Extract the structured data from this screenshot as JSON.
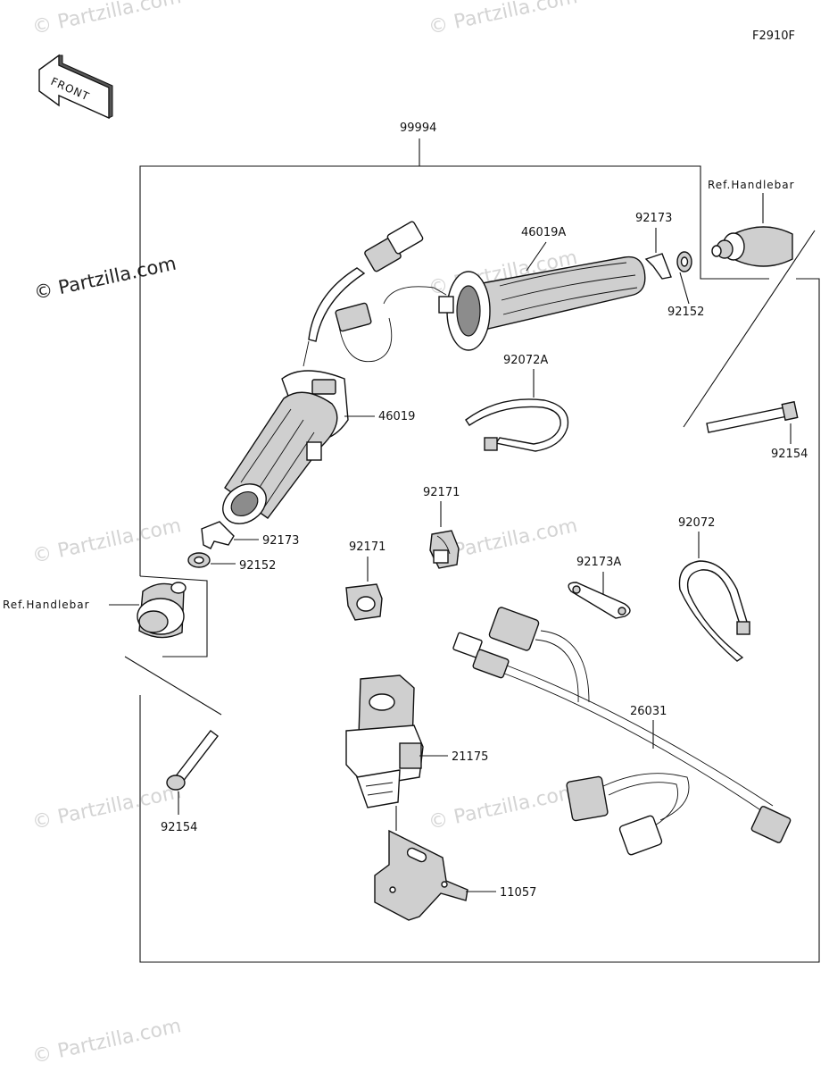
{
  "diagram": {
    "code": "F2910F",
    "front_label": "FRONT",
    "kit_number": "99994",
    "watermarks": [
      "© Partzilla.com",
      "© Partzilla.com",
      "© Partzilla.com",
      "© Partzilla.com",
      "© Partzilla.com",
      "© Partzilla.com",
      "© Partzilla.com",
      "© Partzilla.com",
      "© Partzilla.com"
    ],
    "parts": {
      "ref_handlebar_right": "Ref.Handlebar",
      "p46019A": "46019A",
      "p92173_right": "92173",
      "p92152_right": "92152",
      "p92072A": "92072A",
      "p46019": "46019",
      "p92154_right": "92154",
      "p92171_top": "92171",
      "p92171_left": "92171",
      "p92173_left": "92173",
      "p92152_left": "92152",
      "p92072": "92072",
      "p92173A": "92173A",
      "ref_handlebar_left": "Ref.Handlebar",
      "p26031": "26031",
      "p21175": "21175",
      "p92154_left": "92154",
      "p11057": "11057"
    }
  }
}
